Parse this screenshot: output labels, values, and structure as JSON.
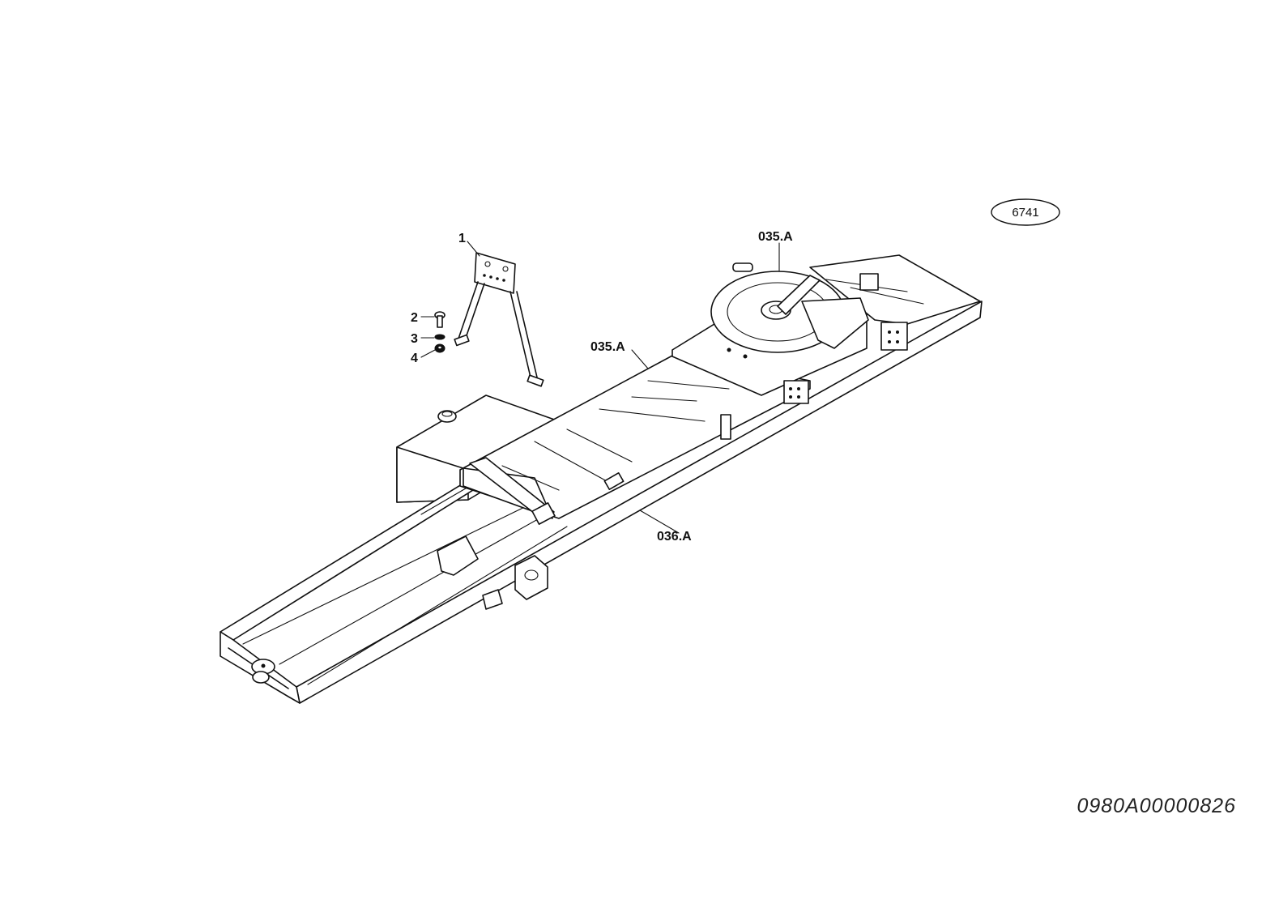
{
  "drawing": {
    "page_badge": "6741",
    "document_id": "0980A00000826"
  },
  "callouts": [
    {
      "id": "part-1",
      "text": "1"
    },
    {
      "id": "part-2",
      "text": "2"
    },
    {
      "id": "part-3",
      "text": "3"
    },
    {
      "id": "part-4",
      "text": "4"
    },
    {
      "id": "ref-035a-top",
      "text": "035.A"
    },
    {
      "id": "ref-035a-mid",
      "text": "035.A"
    },
    {
      "id": "ref-036a",
      "text": "036.A"
    }
  ]
}
